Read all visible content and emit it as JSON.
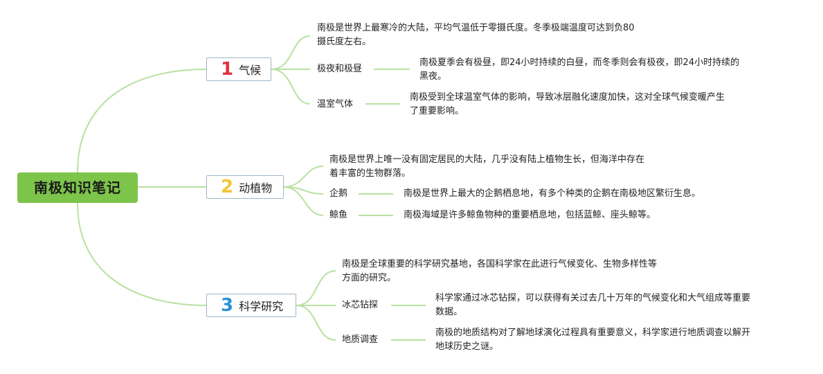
{
  "root": {
    "title": "南极知识笔记"
  },
  "colors": {
    "root_bg": "#7cc44a",
    "line": "#b9e0a0",
    "num1": "#e0313f",
    "num2": "#f2c535",
    "num3": "#2a93d5"
  },
  "topics": [
    {
      "num": "1",
      "label": "气候",
      "summary": [
        "南极是世界上最寒冷的大陆，平均气温低于零摄氏度。冬季极端温度可达到负80",
        "摄氏度左右。"
      ],
      "subs": [
        {
          "label": "极夜和极昼",
          "detail": [
            "南极夏季会有极昼，即24小时持续的白昼，而冬季则会有极夜，即24小时持续的",
            "黑夜。"
          ]
        },
        {
          "label": "温室气体",
          "detail": [
            "南极受到全球温室气体的影响，导致冰层融化速度加快，这对全球气候变暖产生",
            "了重要影响。"
          ]
        }
      ]
    },
    {
      "num": "2",
      "label": "动植物",
      "summary": [
        "南极是世界上唯一没有固定居民的大陆，几乎没有陆上植物生长，但海洋中存在",
        "着丰富的生物群落。"
      ],
      "subs": [
        {
          "label": "企鹅",
          "detail": [
            "南极是世界上最大的企鹅栖息地，有多个种类的企鹅在南极地区繁衍生息。"
          ]
        },
        {
          "label": "鲸鱼",
          "detail": [
            "南极海域是许多鲸鱼物种的重要栖息地，包括蓝鲸、座头鲸等。"
          ]
        }
      ]
    },
    {
      "num": "3",
      "label": "科学研究",
      "summary": [
        "南极是全球重要的科学研究基地，各国科学家在此进行气候变化、生物多样性等",
        "方面的研究。"
      ],
      "subs": [
        {
          "label": "冰芯钻探",
          "detail": [
            "科学家通过冰芯钻探，可以获得有关过去几十万年的气候变化和大气组成等重要",
            "数据。"
          ]
        },
        {
          "label": "地质调查",
          "detail": [
            "南极的地质结构对了解地球演化过程具有重要意义，科学家进行地质调查以解开",
            "地球历史之谜。"
          ]
        }
      ]
    }
  ]
}
